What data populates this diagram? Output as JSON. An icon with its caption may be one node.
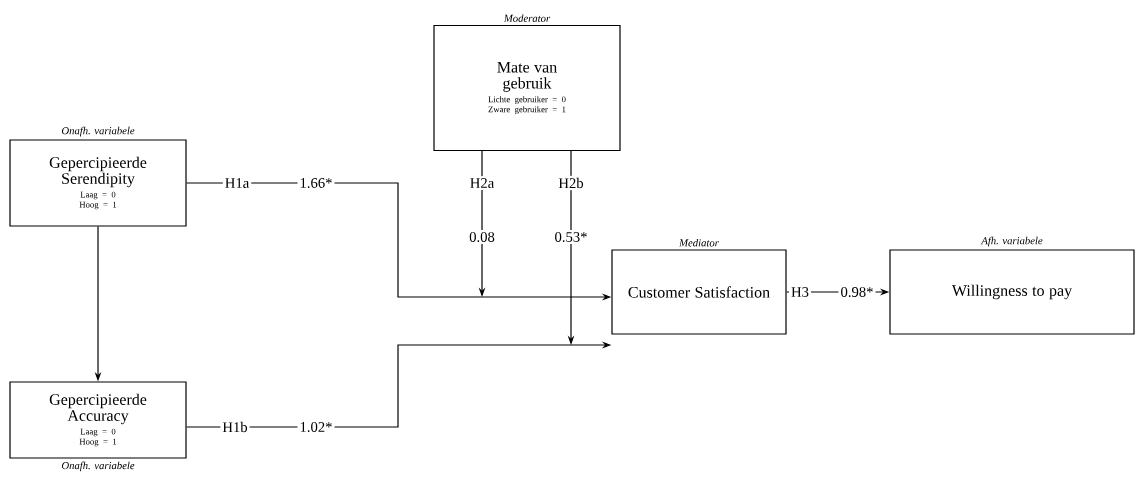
{
  "diagram": {
    "nodes": [
      {
        "text": [
          "Gepercipieerde Serendipity",
          "Laag = 0 Hoog = 1"
        ],
        "beside": [
          "Onafh. variabele"
        ]
      },
      {
        "text": [
          "Gepercipieerde Accuracy",
          "Laag = 0 Hoog = 1"
        ],
        "beside": [
          "Onafh. variabele"
        ]
      },
      {
        "text": [
          "Mate van gebruik",
          "Lichte gebruiker = 0 Zware gebruiker = 1"
        ],
        "beside": [
          "Moderator"
        ]
      },
      {
        "text": [
          "Customer Satisfaction"
        ],
        "beside": [
          "Mediator"
        ]
      },
      {
        "text": [
          "Willingness to pay"
        ],
        "beside": [
          "Afh. variabele"
        ]
      }
    ],
    "edges": [
      {
        "from": 0,
        "to": 3,
        "arrow": "to",
        "label": "H1a"
      },
      {
        "from": 1,
        "to": 3,
        "arrow": "to",
        "label": "H1b"
      },
      {
        "from": 0,
        "to": 1,
        "arrow": "to"
      },
      {
        "from": 2,
        "to": null,
        "arrow": "to",
        "label": "H2a"
      },
      {
        "from": 2,
        "to": null,
        "arrow": "to",
        "label": "H2b"
      },
      {
        "from": 3,
        "to": 4,
        "arrow": "to",
        "label": "H3"
      }
    ],
    "labels": [
      "1.66*",
      "1.02*",
      "0.08",
      "0.53*",
      "0.98*"
    ]
  }
}
